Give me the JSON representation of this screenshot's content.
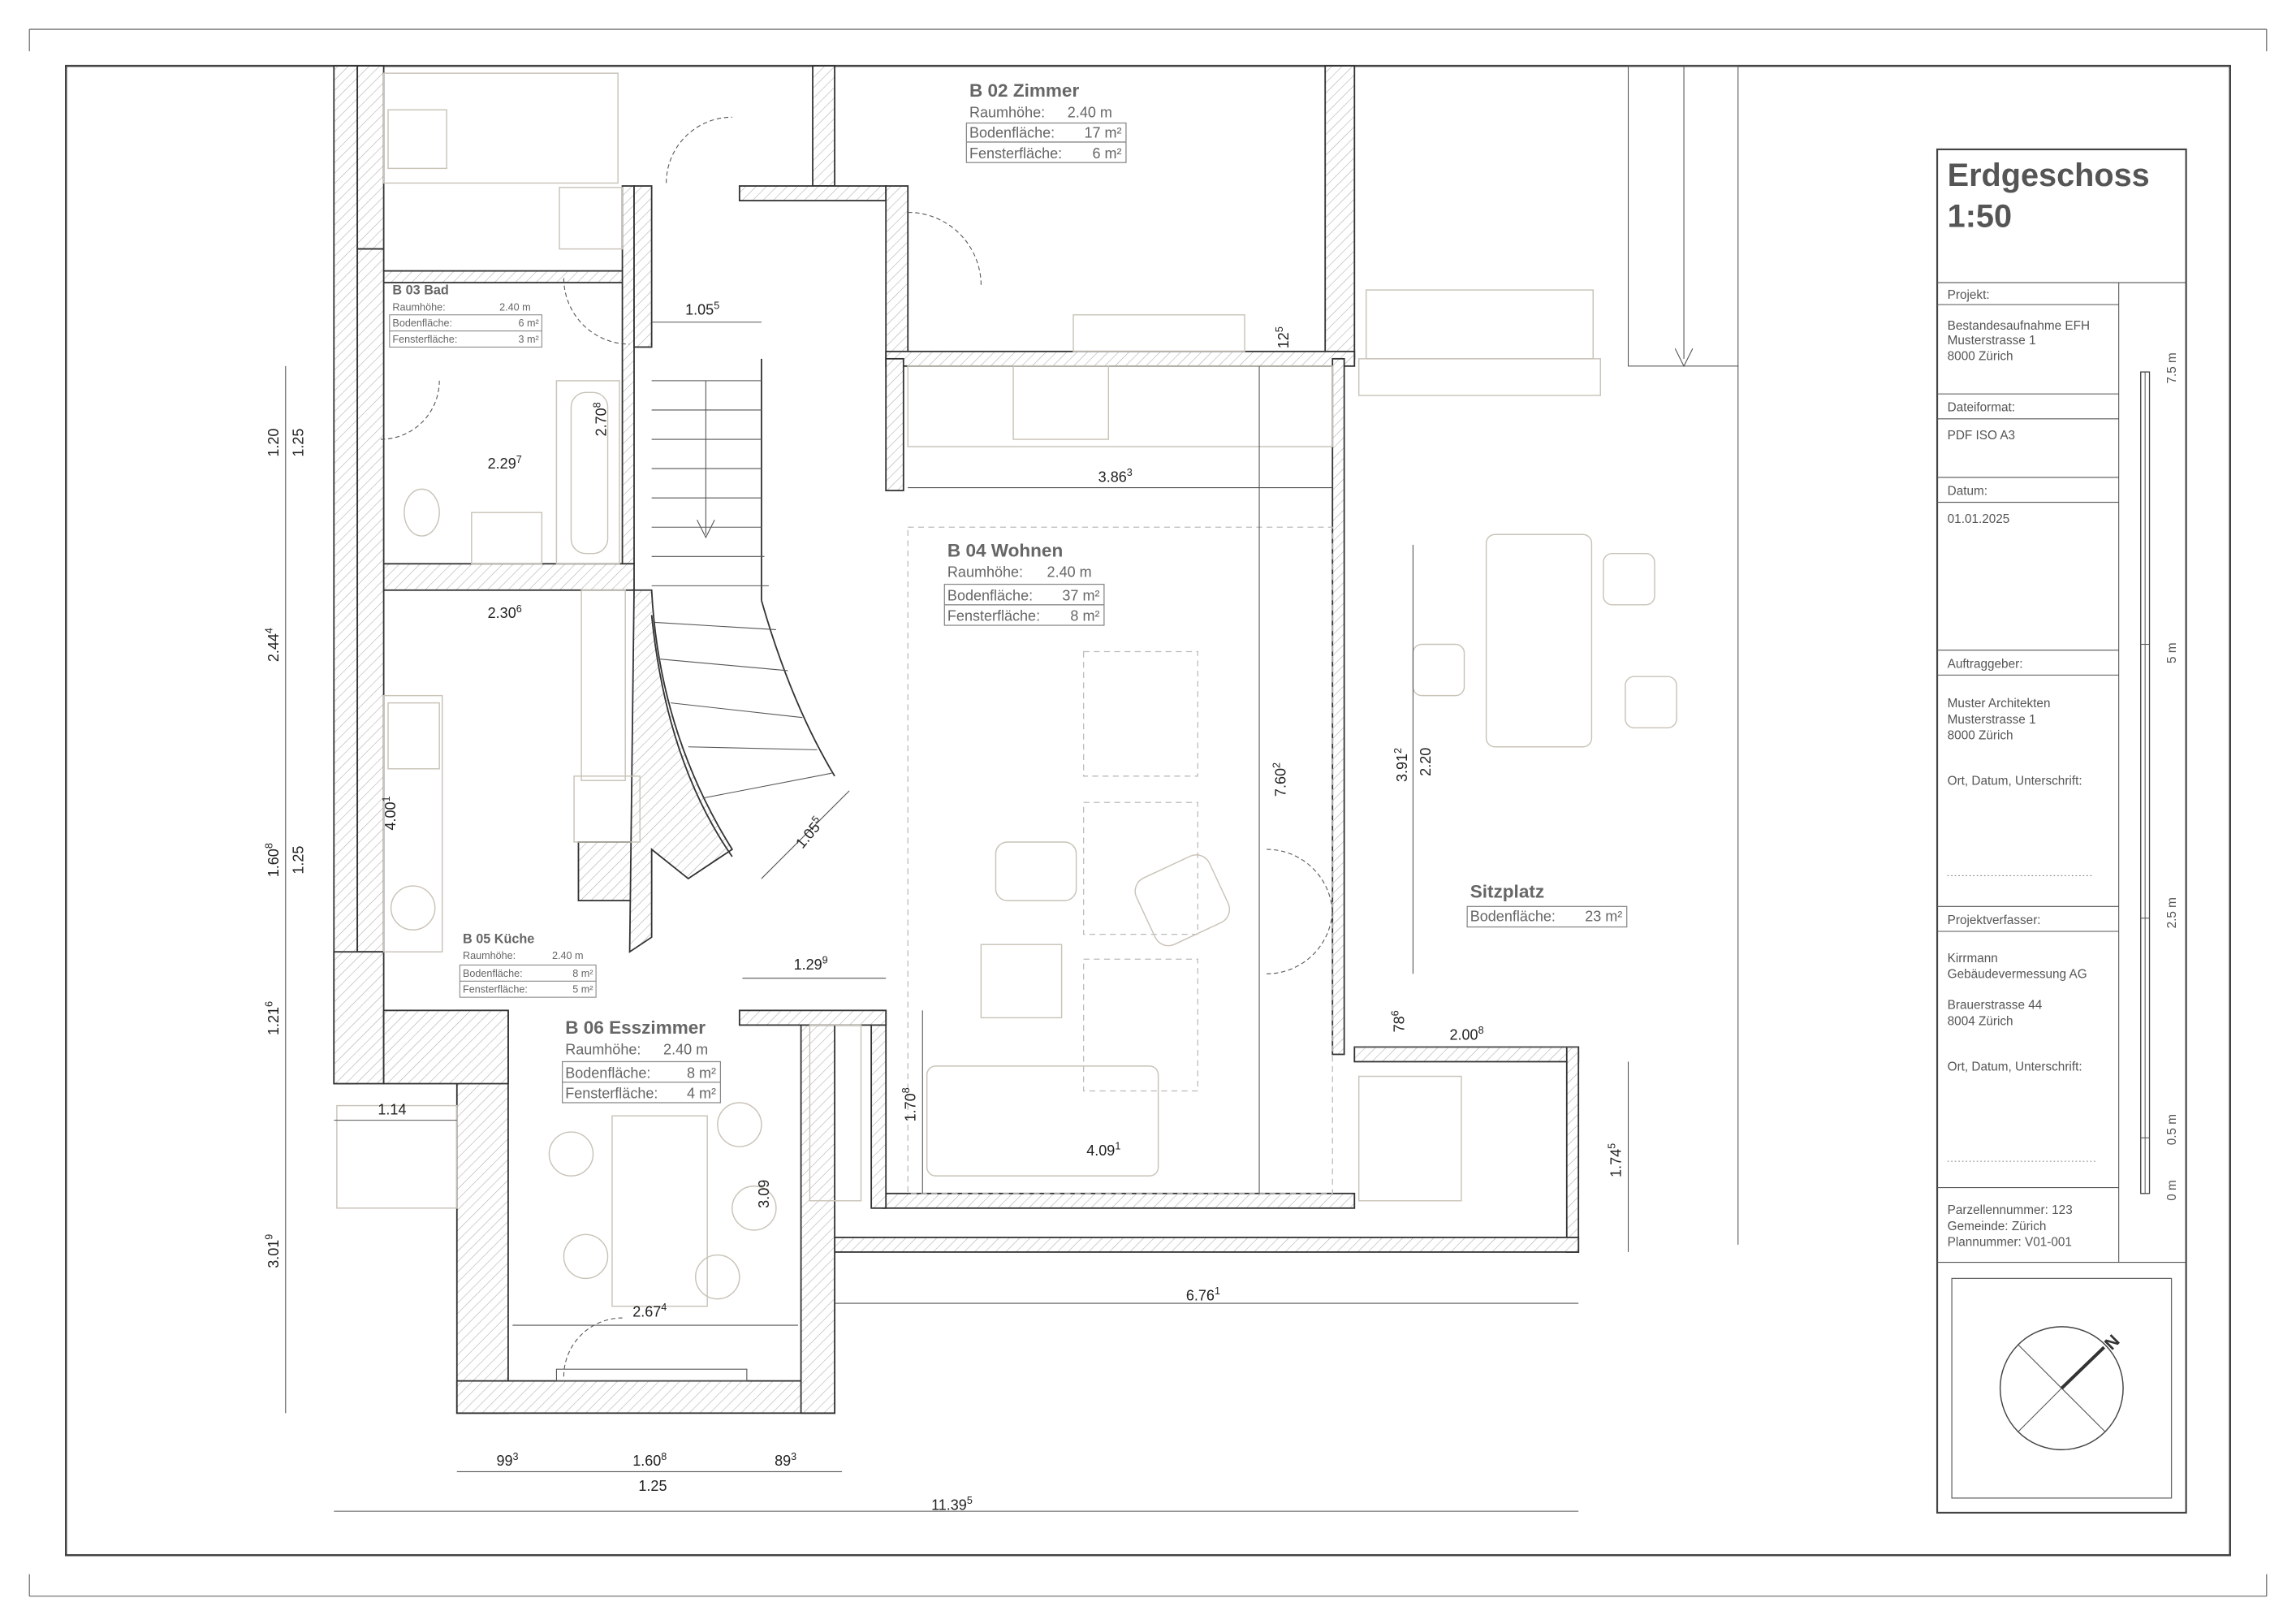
{
  "title_block": {
    "title": "Erdgeschoss",
    "scale": "1:50",
    "projekt_label": "Projekt:",
    "projekt": [
      "Bestandesaufnahme EFH",
      "Musterstrasse 1",
      "8000 Zürich"
    ],
    "dateiformat_label": "Dateiformat:",
    "dateiformat": "PDF ISO A3",
    "datum_label": "Datum:",
    "datum": "01.01.2025",
    "auftraggeber_label": "Auftraggeber:",
    "auftraggeber": [
      "Muster Architekten",
      "Musterstrasse 1",
      "8000 Zürich"
    ],
    "auftraggeber_sign": "Ort, Datum, Unterschrift:",
    "verfasser_label": "Projektverfasser:",
    "verfasser": [
      "Kirrmann",
      "Gebäudevermessung AG",
      "Brauerstrasse 44",
      "8004 Zürich"
    ],
    "verfasser_sign": "Ort, Datum, Unterschrift:",
    "info": [
      "Parzellennummer: 123",
      "Gemeinde: Zürich",
      "Plannummer: V01-001"
    ],
    "scalebar": [
      "7.5 m",
      "5 m",
      "2.5 m",
      "0.5 m",
      "0 m"
    ],
    "north": "N"
  },
  "rooms": {
    "b02": {
      "name": "B 02 Zimmer",
      "h_label": "Raumhöhe:",
      "h": "2.40 m",
      "b_label": "Bodenfläche:",
      "b": "17 m²",
      "f_label": "Fensterfläche:",
      "f": "6 m²"
    },
    "b03": {
      "name": "B 03 Bad",
      "h_label": "Raumhöhe:",
      "h": "2.40 m",
      "b_label": "Bodenfläche:",
      "b": "6 m²",
      "f_label": "Fensterfläche:",
      "f": "3 m²"
    },
    "b04": {
      "name": "B 04 Wohnen",
      "h_label": "Raumhöhe:",
      "h": "2.40 m",
      "b_label": "Bodenfläche:",
      "b": "37 m²",
      "f_label": "Fensterfläche:",
      "f": "8 m²"
    },
    "b05": {
      "name": "B 05 Küche",
      "h_label": "Raumhöhe:",
      "h": "2.40 m",
      "b_label": "Bodenfläche:",
      "b": "8 m²",
      "f_label": "Fensterfläche:",
      "f": "5 m²"
    },
    "b06": {
      "name": "B 06 Esszimmer",
      "h_label": "Raumhöhe:",
      "h": "2.40 m",
      "b_label": "Bodenfläche:",
      "b": "8 m²",
      "f_label": "Fensterfläche:",
      "f": "4 m²"
    },
    "sitz": {
      "name": "Sitzplatz",
      "b_label": "Bodenfläche:",
      "b": "23 m²"
    }
  },
  "dims": [
    {
      "m": "1.05",
      "s": "5"
    },
    {
      "m": "2.29",
      "s": "7"
    },
    {
      "m": "2.70",
      "s": "8"
    },
    {
      "m": "2.30",
      "s": "6"
    },
    {
      "m": "3.86",
      "s": "3"
    },
    {
      "m": "12",
      "s": "5"
    },
    {
      "m": "1.20",
      "s": ""
    },
    {
      "m": "1.25",
      "s": ""
    },
    {
      "m": "2.44",
      "s": "4"
    },
    {
      "m": "1.60",
      "s": "8"
    },
    {
      "m": "1.25",
      "s": ""
    },
    {
      "m": "1.21",
      "s": "6"
    },
    {
      "m": "1.14",
      "s": ""
    },
    {
      "m": "3.01",
      "s": "9"
    },
    {
      "m": "4.00",
      "s": "1"
    },
    {
      "m": "1.05",
      "s": "5"
    },
    {
      "m": "7.60",
      "s": "2"
    },
    {
      "m": "3.91",
      "s": "2"
    },
    {
      "m": "2.20",
      "s": ""
    },
    {
      "m": "1.29",
      "s": "9"
    },
    {
      "m": "78",
      "s": "6"
    },
    {
      "m": "2.00",
      "s": "8"
    },
    {
      "m": "1.70",
      "s": "8"
    },
    {
      "m": "4.09",
      "s": "1"
    },
    {
      "m": "1.74",
      "s": "5"
    },
    {
      "m": "3.09",
      "s": ""
    },
    {
      "m": "2.67",
      "s": "4"
    },
    {
      "m": "6.76",
      "s": "1"
    },
    {
      "m": "99",
      "s": "3"
    },
    {
      "m": "1.60",
      "s": "8"
    },
    {
      "m": "89",
      "s": "3"
    },
    {
      "m": "1.25",
      "s": ""
    },
    {
      "m": "11.39",
      "s": "5"
    }
  ]
}
